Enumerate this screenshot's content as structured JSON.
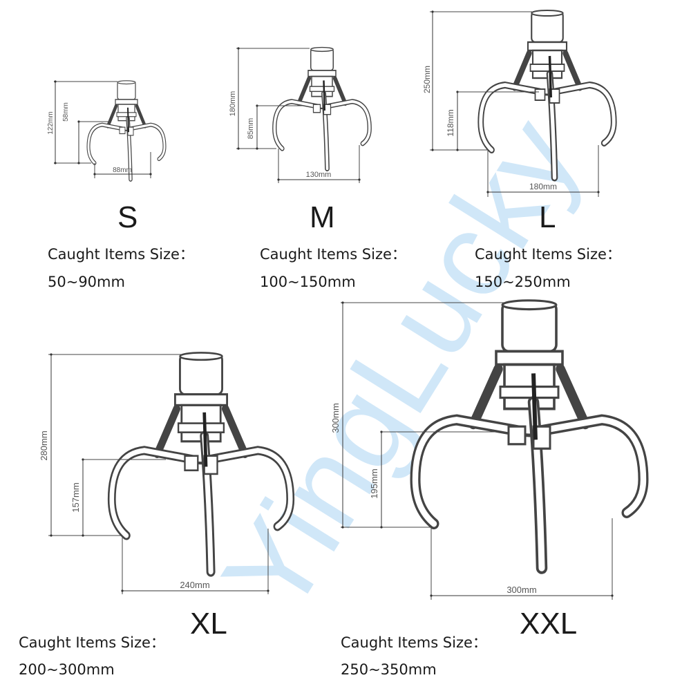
{
  "watermark": "YingLucky",
  "caught_label": "Caught Items Size：",
  "grippers": [
    {
      "size": "S",
      "height": "122mm",
      "jaw_height": "58mm",
      "width": "88mm",
      "caught_range": "50~90mm"
    },
    {
      "size": "M",
      "height": "180mm",
      "jaw_height": "85mm",
      "width": "130mm",
      "caught_range": "100~150mm"
    },
    {
      "size": "L",
      "height": "250mm",
      "jaw_height": "118mm",
      "width": "180mm",
      "caught_range": "150~250mm"
    },
    {
      "size": "XL",
      "height": "280mm",
      "jaw_height": "157mm",
      "width": "240mm",
      "caught_range": "200~300mm"
    },
    {
      "size": "XXL",
      "height": "300mm",
      "jaw_height": "195mm",
      "width": "300mm",
      "caught_range": "250~350mm"
    }
  ]
}
